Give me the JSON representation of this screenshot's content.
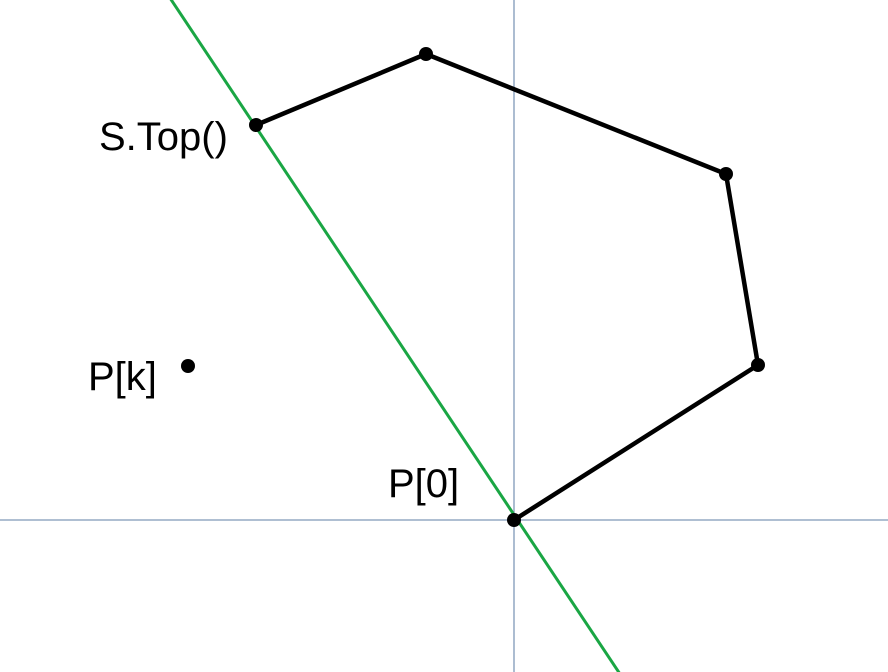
{
  "labels": {
    "stack_top": "S.Top()",
    "candidate_point": "P[k]",
    "origin_point": "P[0]"
  },
  "colors": {
    "axes": "#7f99b8",
    "tangent_line": "#1aa644",
    "hull_edges": "#000000",
    "points": "#000000",
    "background": "#ffffff"
  }
}
